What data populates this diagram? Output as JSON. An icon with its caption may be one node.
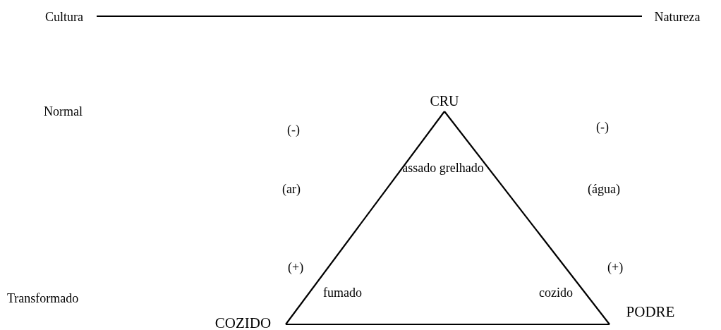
{
  "diagram": {
    "nodes": [
      {
        "text": [
          "Cultura"
        ]
      },
      {
        "text": [
          "Natureza"
        ]
      },
      {
        "text": [
          "CRU"
        ]
      },
      {
        "text": [
          "COZIDO"
        ]
      },
      {
        "text": [
          "PODRE"
        ]
      }
    ],
    "edges": [
      {
        "from": 0,
        "to": 1,
        "arrow": "none"
      },
      {
        "from": 2,
        "to": 3,
        "arrow": "none"
      },
      {
        "from": 2,
        "to": 4,
        "arrow": "none"
      },
      {
        "from": 3,
        "to": 4,
        "arrow": "none"
      }
    ],
    "labels": [
      "Normal",
      "(-)",
      "(-)",
      "assado grelhado",
      "(ar)",
      "(água)",
      "(+)",
      "(+)",
      "fumado",
      "cozido",
      "Transformado"
    ]
  }
}
